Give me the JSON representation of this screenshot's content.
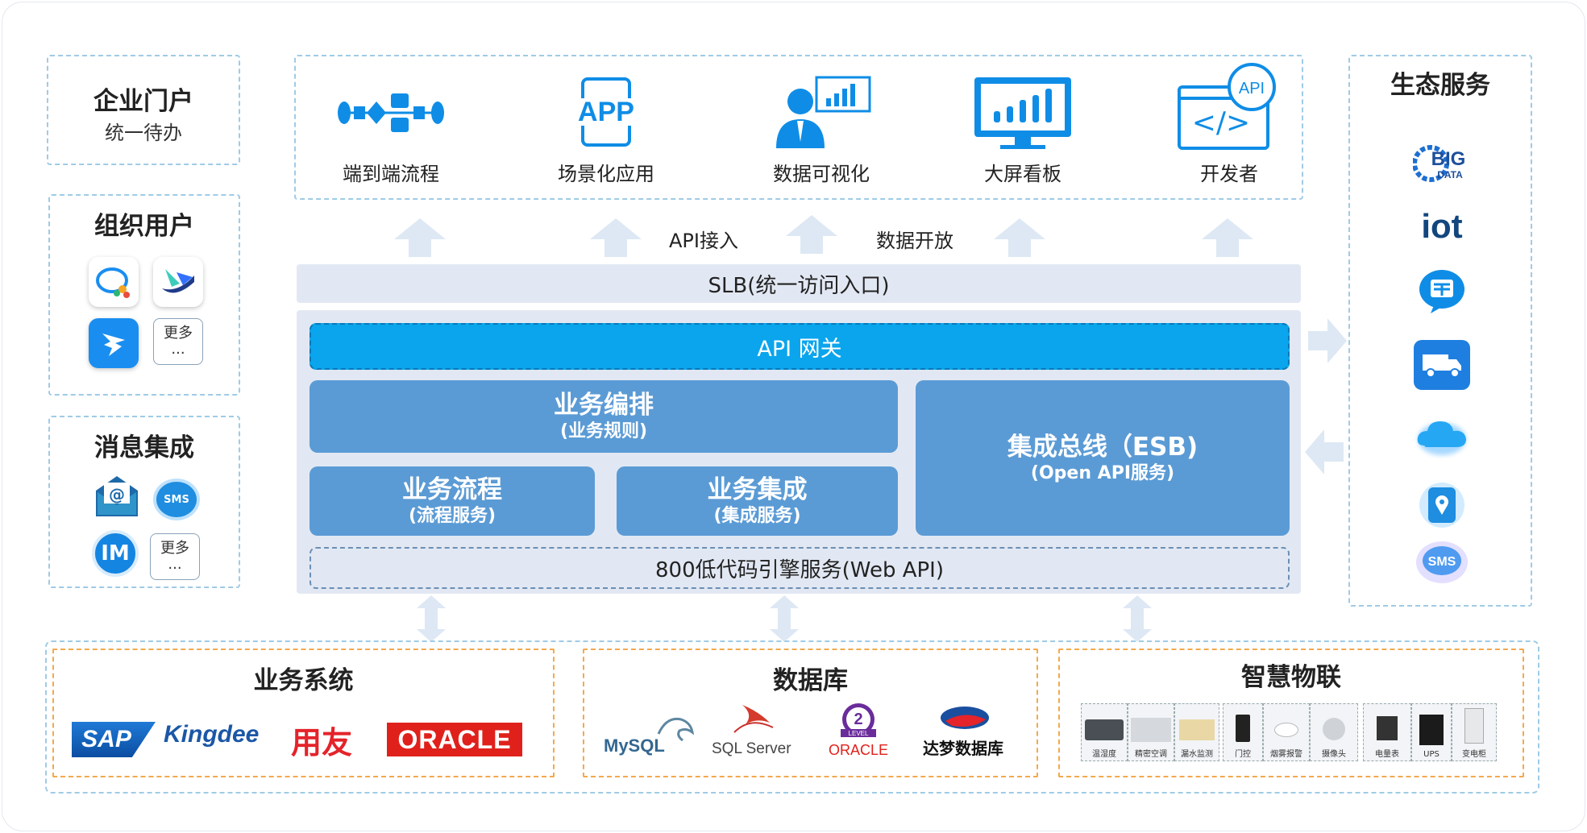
{
  "left": {
    "portal_title": "企业门户",
    "portal_sub": "统一待办",
    "org_title": "组织用户",
    "org_more": [
      "更多",
      "..."
    ],
    "msg_title": "消息集成",
    "msg_more": [
      "更多",
      "..."
    ],
    "sms_label": "SMS",
    "im_label": "IM"
  },
  "top": {
    "items": [
      "端到端流程",
      "场景化应用",
      "数据可视化",
      "大屏看板",
      "开发者"
    ],
    "app_icon_text": "APP",
    "api_badge": "API",
    "code_glyph": "</>"
  },
  "middle": {
    "arrow_labels": [
      "API接入",
      "数据开放"
    ],
    "slb": "SLB(统一访问入口)",
    "gateway": "API 网关",
    "orchestration": {
      "title": "业务编排",
      "sub": "(业务规则)"
    },
    "process": {
      "title": "业务流程",
      "sub": "(流程服务)"
    },
    "integration": {
      "title": "业务集成",
      "sub": "(集成服务)"
    },
    "esb": {
      "title": "集成总线（ESB)",
      "sub": "(Open API服务)"
    },
    "engine": "800低代码引擎服务(Web API)"
  },
  "right": {
    "title": "生态服务",
    "big": "BIG",
    "data": "DATA",
    "iot": "iot",
    "sms": "SMS"
  },
  "bottom": {
    "biz_title": "业务系统",
    "biz_logos": [
      "SAP",
      "Kingdee",
      "用友",
      "ORACLE"
    ],
    "db_title": "数据库",
    "db_logos": [
      "MySQL",
      "SQL Server",
      "ORACLE",
      "达梦数据库"
    ],
    "db_level_num": "2",
    "db_level_text": "LEVEL",
    "iot_title": "智慧物联",
    "devices": [
      "温湿度",
      "精密空调",
      "漏水监测",
      "门控",
      "烟雾报警",
      "摄像头",
      "电量表",
      "UPS",
      "变电柜"
    ]
  },
  "colors": {
    "accent": "#5b9bd5",
    "gateway": "#0aa5ec",
    "panel": "#e2e8f3",
    "arrow": "#dde8f4",
    "dash_blue": "#9fcbe6",
    "dash_orange": "#f3a94e"
  }
}
